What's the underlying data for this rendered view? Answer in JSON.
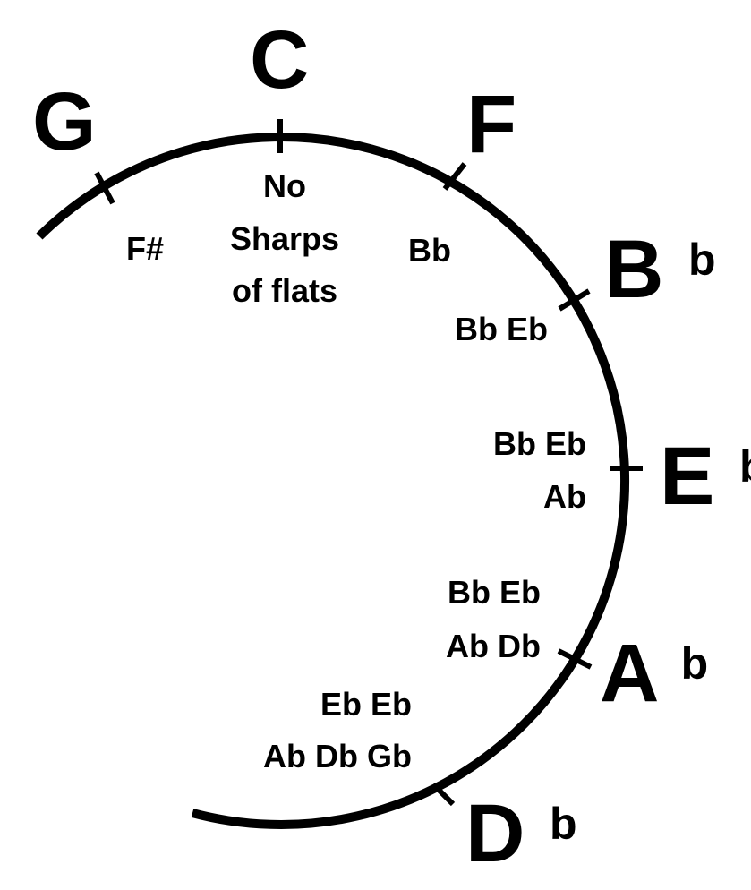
{
  "colors": {
    "background": "#ffffff",
    "ink": "#000000"
  },
  "keys": [
    {
      "id": "g",
      "letter": "G",
      "accidental_mark": ""
    },
    {
      "id": "c",
      "letter": "C",
      "accidental_mark": ""
    },
    {
      "id": "f",
      "letter": "F",
      "accidental_mark": ""
    },
    {
      "id": "bflat",
      "letter": "B",
      "accidental_mark": "b"
    },
    {
      "id": "eflat",
      "letter": "E",
      "accidental_mark": "b"
    },
    {
      "id": "aflat",
      "letter": "A",
      "accidental_mark": "b"
    },
    {
      "id": "dflat",
      "letter": "D",
      "accidental_mark": "b"
    }
  ],
  "signatures": [
    {
      "id": "g",
      "lines": [
        "F#"
      ]
    },
    {
      "id": "c",
      "lines": [
        "No",
        "Sharps",
        "of flats"
      ]
    },
    {
      "id": "f",
      "lines": [
        "Bb"
      ]
    },
    {
      "id": "bflat",
      "lines": [
        "Bb Eb"
      ]
    },
    {
      "id": "eflat",
      "lines": [
        "Bb Eb",
        "Ab"
      ]
    },
    {
      "id": "aflat",
      "lines": [
        "Bb Eb",
        "Ab Db"
      ]
    },
    {
      "id": "dflat",
      "lines": [
        "Eb Eb",
        "Ab Db Gb"
      ]
    }
  ]
}
